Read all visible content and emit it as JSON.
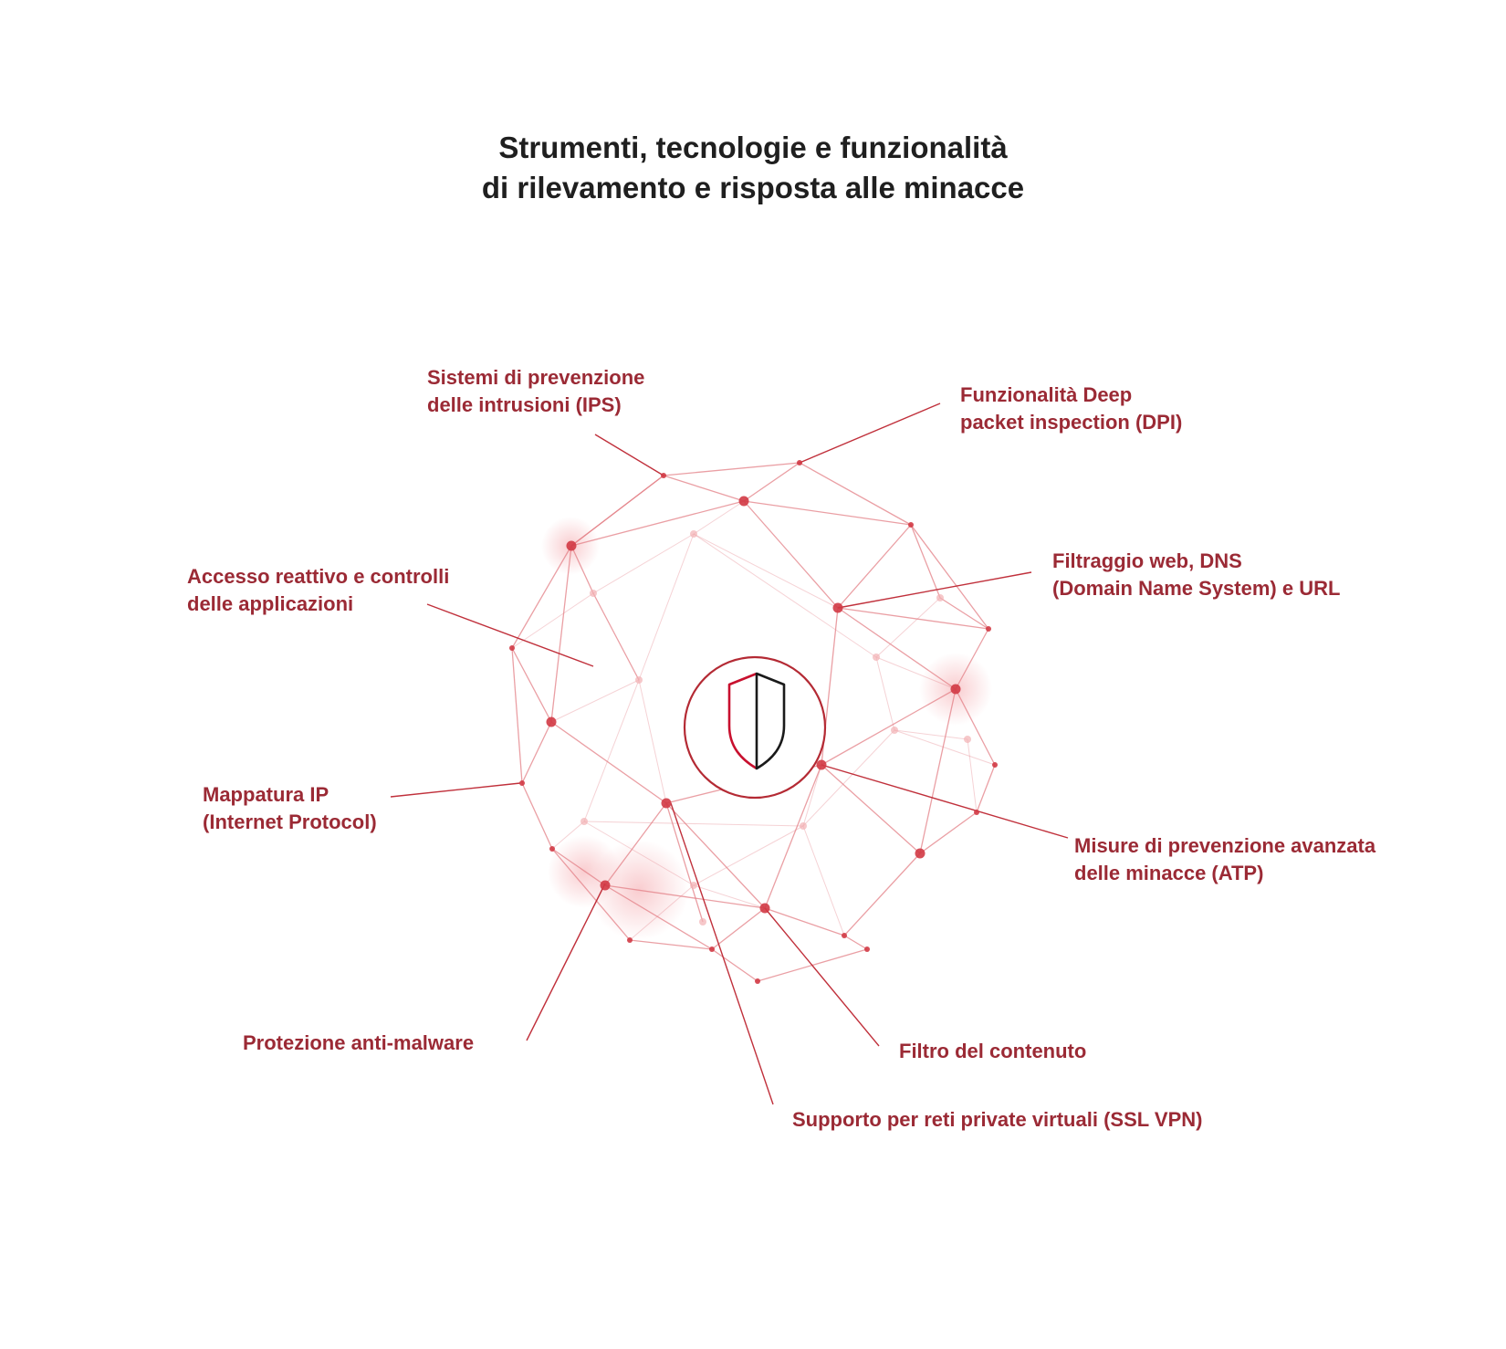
{
  "title": {
    "line1": "Strumenti, tecnologie e funzionalità",
    "line2": "di rilevamento e risposta alle minacce"
  },
  "center_icon": "shield-icon",
  "colors": {
    "label": "#9b2a35",
    "line": "#c0303b",
    "mesh": "#e37f86",
    "title": "#1f1f1f",
    "shield_left": "#c8102e",
    "shield_right": "#1a1a1a"
  },
  "labels": {
    "ips": {
      "line1": "Sistemi di prevenzione",
      "line2": "delle intrusioni (IPS)"
    },
    "dpi": {
      "line1": "Funzionalità Deep",
      "line2": "packet inspection (DPI)"
    },
    "web": {
      "line1": "Filtraggio web, DNS",
      "line2": "(Domain Name System) e URL"
    },
    "access": {
      "line1": "Accesso reattivo e controlli",
      "line2": "delle applicazioni"
    },
    "ipmap": {
      "line1": "Mappatura IP",
      "line2": "(Internet Protocol)"
    },
    "atp": {
      "line1": "Misure di prevenzione avanzata",
      "line2": "delle minacce (ATP)"
    },
    "malware": {
      "line1": "Protezione anti-malware"
    },
    "content": {
      "line1": "Filtro del contenuto"
    },
    "vpn": {
      "line1": "Supporto per reti private virtuali (SSL VPN)"
    }
  }
}
